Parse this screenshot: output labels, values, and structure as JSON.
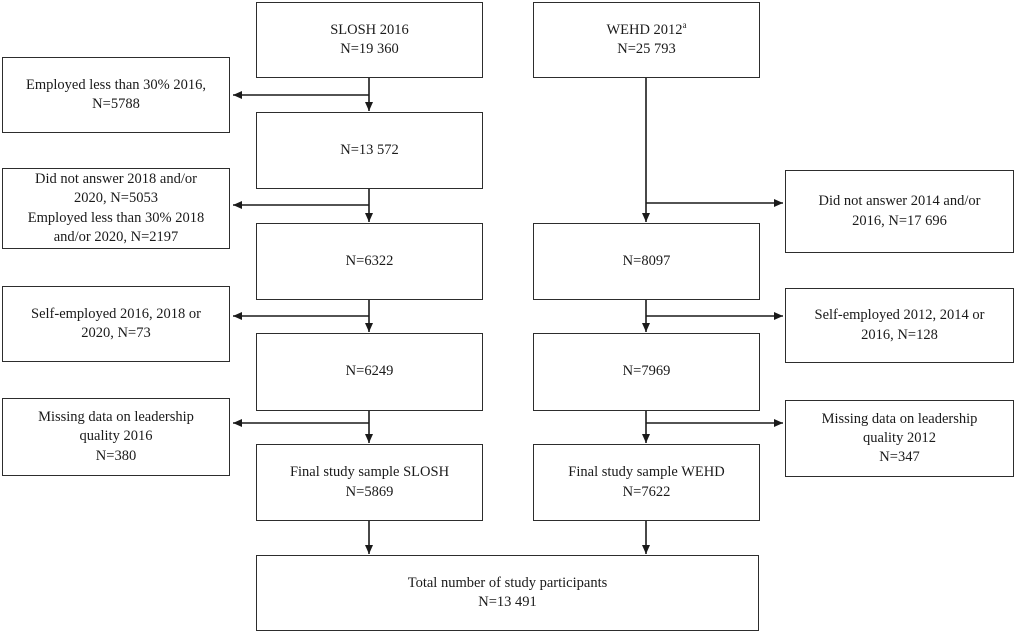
{
  "colors": {
    "ink": "#1a1a1a",
    "box_border": "#2d2d2d",
    "background": "#ffffff"
  },
  "diagram": {
    "slosh": {
      "start": {
        "line1": "SLOSH 2016",
        "line2": "N=19 360"
      },
      "step2": {
        "line1": "N=13 572"
      },
      "step3": {
        "line1": "N=6322"
      },
      "step4": {
        "line1": "N=6249"
      },
      "final": {
        "line1": "Final study sample SLOSH",
        "line2": "N=5869"
      },
      "exclusions": [
        {
          "line1": "Employed less than 30% 2016,",
          "line2": "N=5788"
        },
        {
          "line1": "Did not answer 2018 and/or",
          "line2": "2020, N=5053",
          "line3": "Employed less than 30% 2018",
          "line4": "and/or 2020, N=2197"
        },
        {
          "line1": "Self-employed 2016, 2018 or",
          "line2": "2020, N=73"
        },
        {
          "line1": "Missing data on leadership",
          "line2": "quality 2016",
          "line3": "N=380"
        }
      ]
    },
    "wehd": {
      "start": {
        "line1": "WEHD 2012",
        "line1_sup": "a",
        "line2": "N=25 793"
      },
      "step2": {
        "line1": "N=8097"
      },
      "step3": {
        "line1": "N=7969"
      },
      "final": {
        "line1": "Final study sample WEHD",
        "line2": "N=7622"
      },
      "exclusions": [
        {
          "line1": "Did not answer 2014 and/or",
          "line2": "2016, N=17 696"
        },
        {
          "line1": "Self-employed 2012, 2014 or",
          "line2": "2016, N=128"
        },
        {
          "line1": "Missing data on leadership",
          "line2": "quality 2012",
          "line3": "N=347"
        }
      ]
    },
    "total": {
      "line1": "Total number of study participants",
      "line2": "N=13 491"
    }
  }
}
